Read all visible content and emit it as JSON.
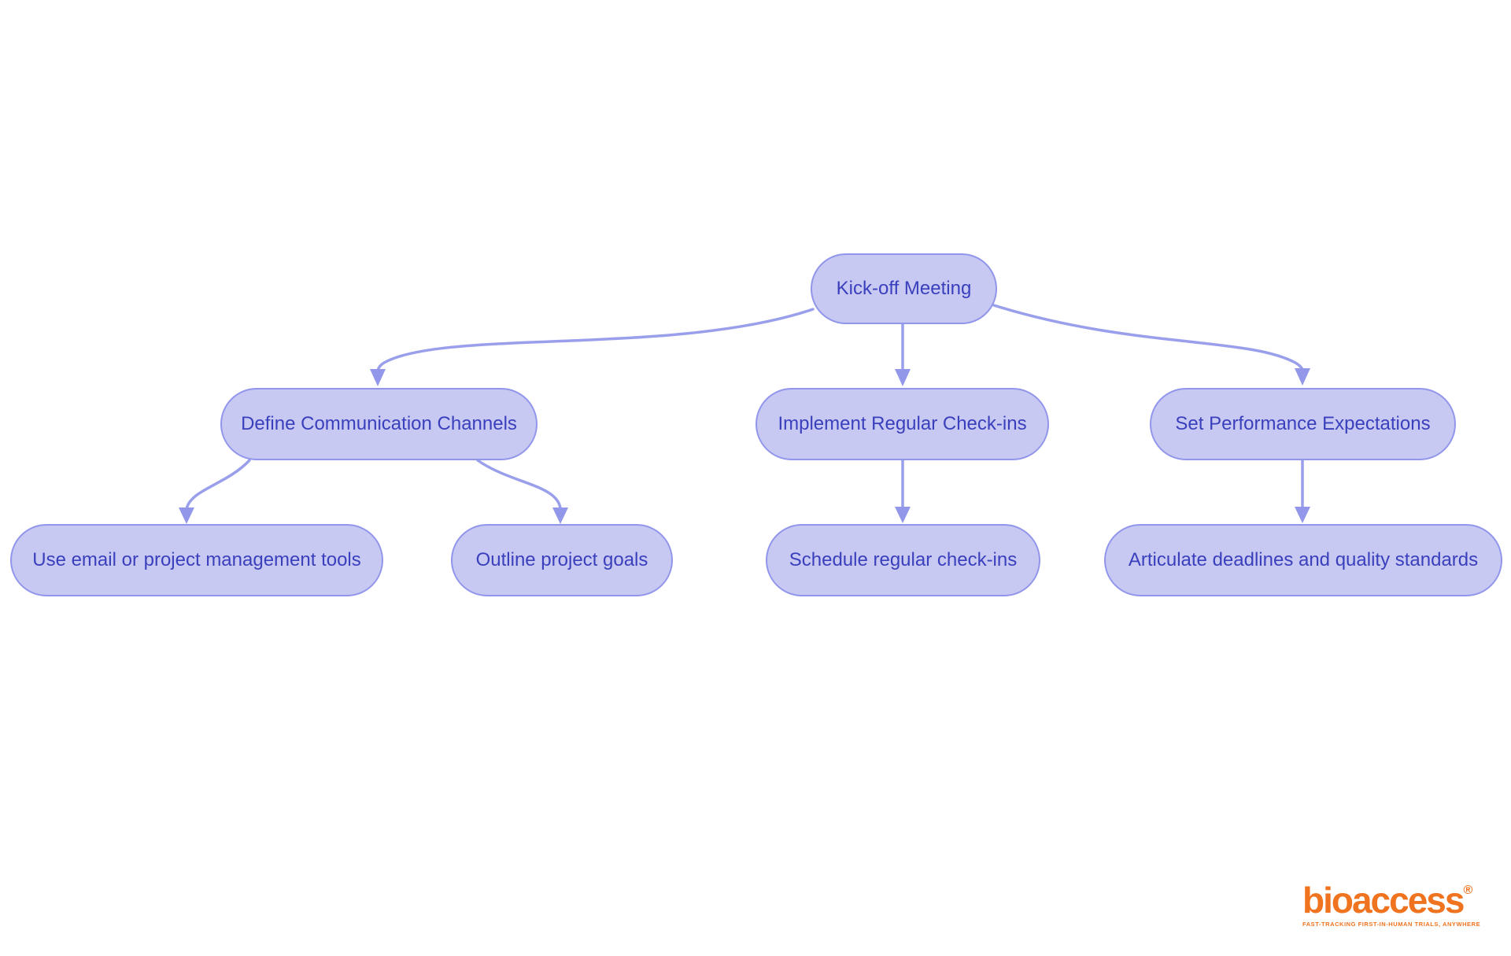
{
  "diagram": {
    "nodes": [
      {
        "id": "kickoff",
        "label": "Kick-off Meeting"
      },
      {
        "id": "define-channels",
        "label": "Define Communication Channels"
      },
      {
        "id": "implement-checkins",
        "label": "Implement Regular Check-ins"
      },
      {
        "id": "set-expectations",
        "label": "Set Performance Expectations"
      },
      {
        "id": "use-email",
        "label": "Use email or project management tools"
      },
      {
        "id": "outline-goals",
        "label": "Outline project goals"
      },
      {
        "id": "schedule-checkins",
        "label": "Schedule regular check-ins"
      },
      {
        "id": "articulate-deadlines",
        "label": "Articulate deadlines and quality standards"
      }
    ],
    "edges": [
      {
        "from": "kickoff",
        "to": "define-channels"
      },
      {
        "from": "kickoff",
        "to": "implement-checkins"
      },
      {
        "from": "kickoff",
        "to": "set-expectations"
      },
      {
        "from": "define-channels",
        "to": "use-email"
      },
      {
        "from": "define-channels",
        "to": "outline-goals"
      },
      {
        "from": "implement-checkins",
        "to": "schedule-checkins"
      },
      {
        "from": "set-expectations",
        "to": "articulate-deadlines"
      }
    ]
  },
  "logo": {
    "wordmark": "bioaccess",
    "registered": "®",
    "tagline": "FAST-TRACKING FIRST-IN-HUMAN TRIALS, ANYWHERE"
  },
  "colors": {
    "node_fill": "#c7c9f3",
    "node_border": "#9196ea",
    "node_text": "#3a3fbc",
    "edge": "#9a9fec",
    "arrowhead": "#9297e9",
    "logo_orange": "#f0731f",
    "background": "#ffffff"
  }
}
